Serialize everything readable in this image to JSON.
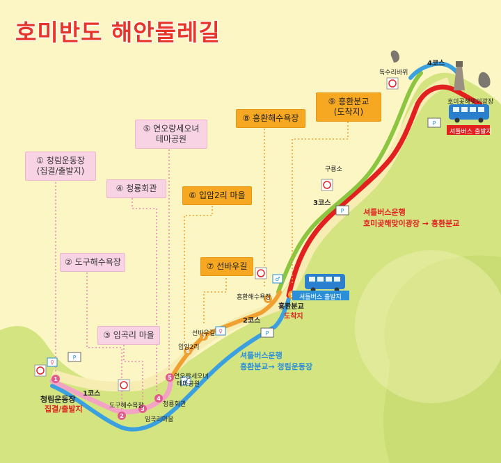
{
  "title": "호미반도 해안둘레길",
  "callouts": [
    {
      "num": "①",
      "lines": [
        "청림운동장",
        "(집결/출발지)"
      ]
    },
    {
      "num": "②",
      "lines": [
        "도구해수욕장"
      ]
    },
    {
      "num": "③",
      "lines": [
        "임곡리 마을"
      ]
    },
    {
      "num": "④",
      "lines": [
        "청룡회관"
      ]
    },
    {
      "num": "⑤",
      "lines": [
        "연오랑세오녀",
        "테마공원"
      ]
    },
    {
      "num": "⑥",
      "lines": [
        "입암2리 마을"
      ]
    },
    {
      "num": "⑦",
      "lines": [
        "선바우길"
      ]
    },
    {
      "num": "⑧",
      "lines": [
        "흥환해수욕장"
      ]
    },
    {
      "num": "⑨",
      "lines": [
        "흥환분교",
        "(도착지)"
      ]
    }
  ],
  "courses": [
    "1코스",
    "2코스",
    "3코스",
    "4코스"
  ],
  "map_labels": {
    "cheongnim": "청림운동장",
    "start": "집결/출발지",
    "dogu": "도구해수욕장",
    "imgok": "임곡리마을",
    "cheongryong": "청룡회관",
    "yeonorang": "연오랑세오녀",
    "theme": "테마공원",
    "ipam": "입암2리",
    "seonbau": "선바우길",
    "heunghwan_beach": "흥환해수욕장",
    "heunghwan_school": "흥환분교",
    "arrival": "도착지",
    "gureungso": "구룡소",
    "doksuri": "독수리바위",
    "homigot": "호미곶해맞이광장",
    "shuttle_stop": "셔틀버스 출발지",
    "shuttle_stop2": "셔틀버스 출발지"
  },
  "shuttle_red": {
    "title": "셔틀버스운행",
    "route": "호미곶해맞이광장 → 흥환분교"
  },
  "shuttle_blue": {
    "title": "셔틀버스운행",
    "route": "흥환분교→ 청림운동장"
  },
  "colors": {
    "red": "#e32020",
    "blue": "#3aa0e0",
    "green": "#8cc540",
    "orange": "#f0a030",
    "pink": "#f3a3c4",
    "land": "#cfe17a",
    "sea": "#fbf6c4"
  },
  "icons": [
    "toilet-icon",
    "bus-icon",
    "parking-icon",
    "no-smoking-icon",
    "statue-icon",
    "hand-sculpture-icon",
    "lighthouse-icon"
  ]
}
